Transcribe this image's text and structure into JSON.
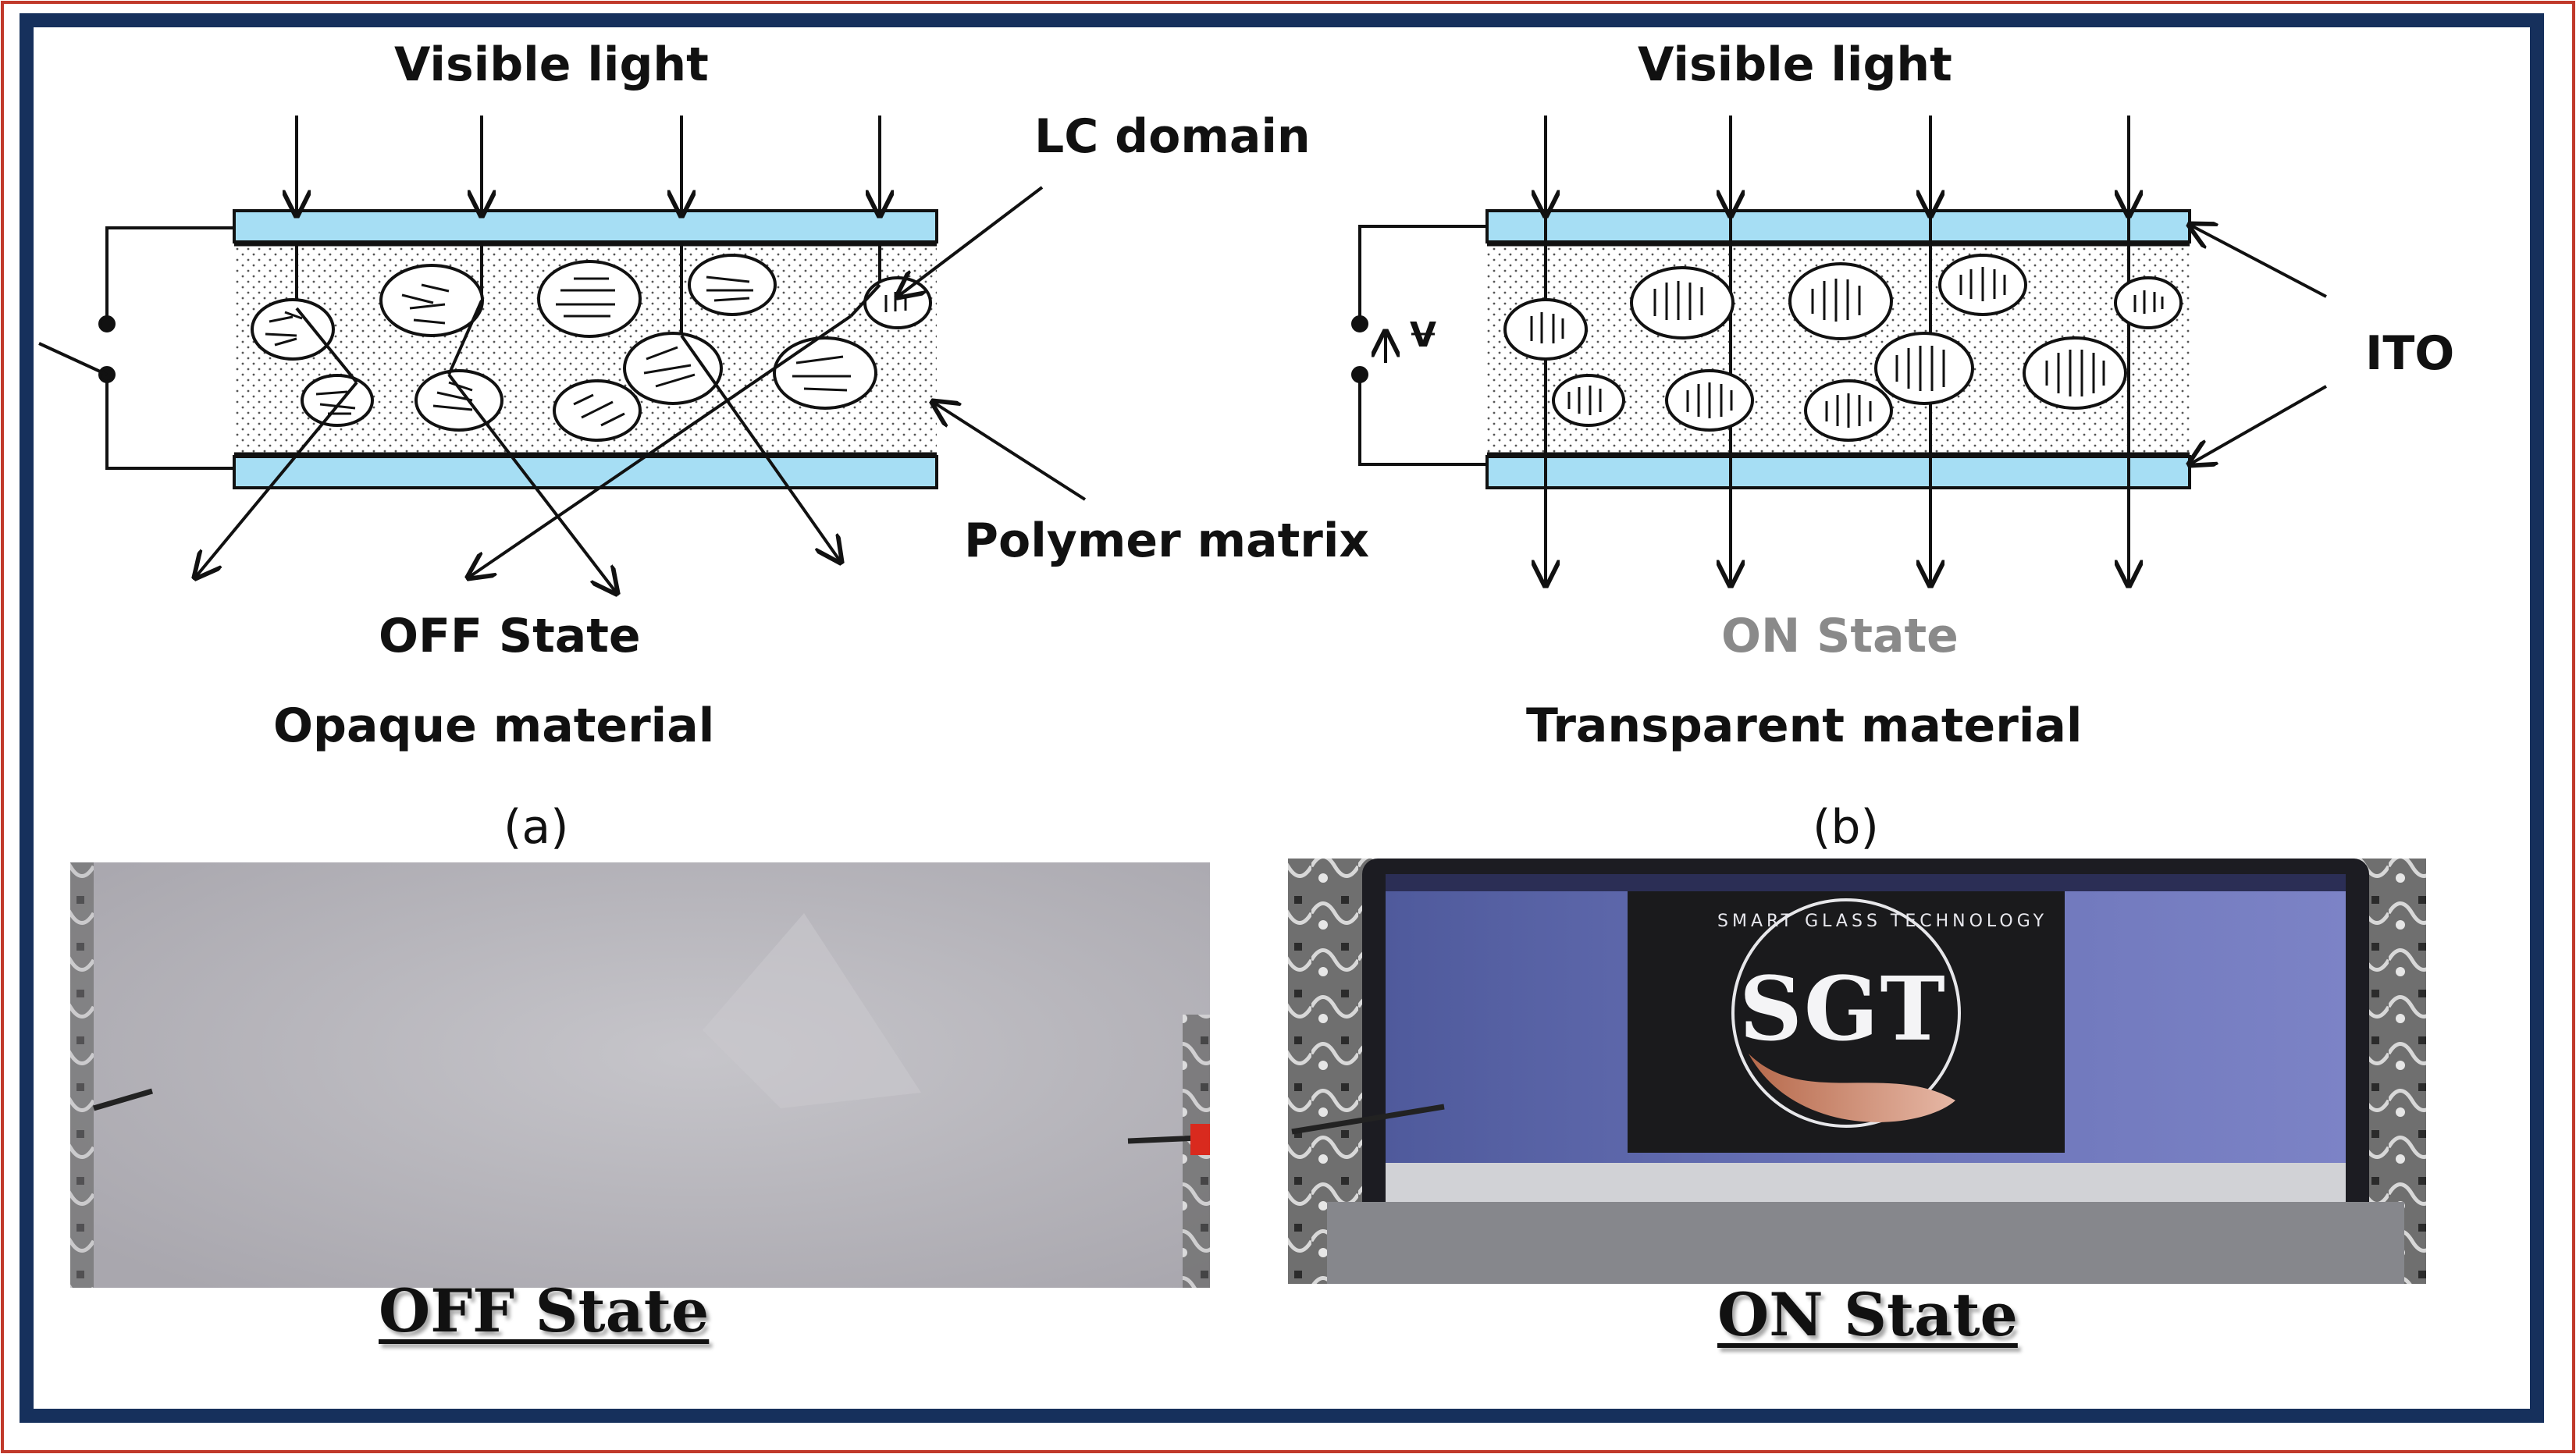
{
  "diagram": {
    "off": {
      "top_label": "Visible light",
      "lc_label": "LC domain",
      "polymer_label": "Polymer matrix",
      "state_label": "OFF State",
      "material_label": "Opaque material",
      "panel_caption": "(a)"
    },
    "on": {
      "top_label": "Visible light",
      "ito_label": "ITO",
      "voltage_label": "V",
      "state_label": "ON State",
      "material_label": "Transparent material",
      "panel_caption": "(b)"
    }
  },
  "photos": {
    "off_caption": "OFF State",
    "on_caption": "ON State",
    "screen_logo_text": "SGT",
    "screen_ring_text": "SMART GLASS TECHNOLOGY"
  },
  "colors": {
    "outer_border": "#c0392b",
    "inner_border": "#16305c",
    "glass_blue": "#a6def4",
    "on_state_text": "#8a8a8a"
  }
}
